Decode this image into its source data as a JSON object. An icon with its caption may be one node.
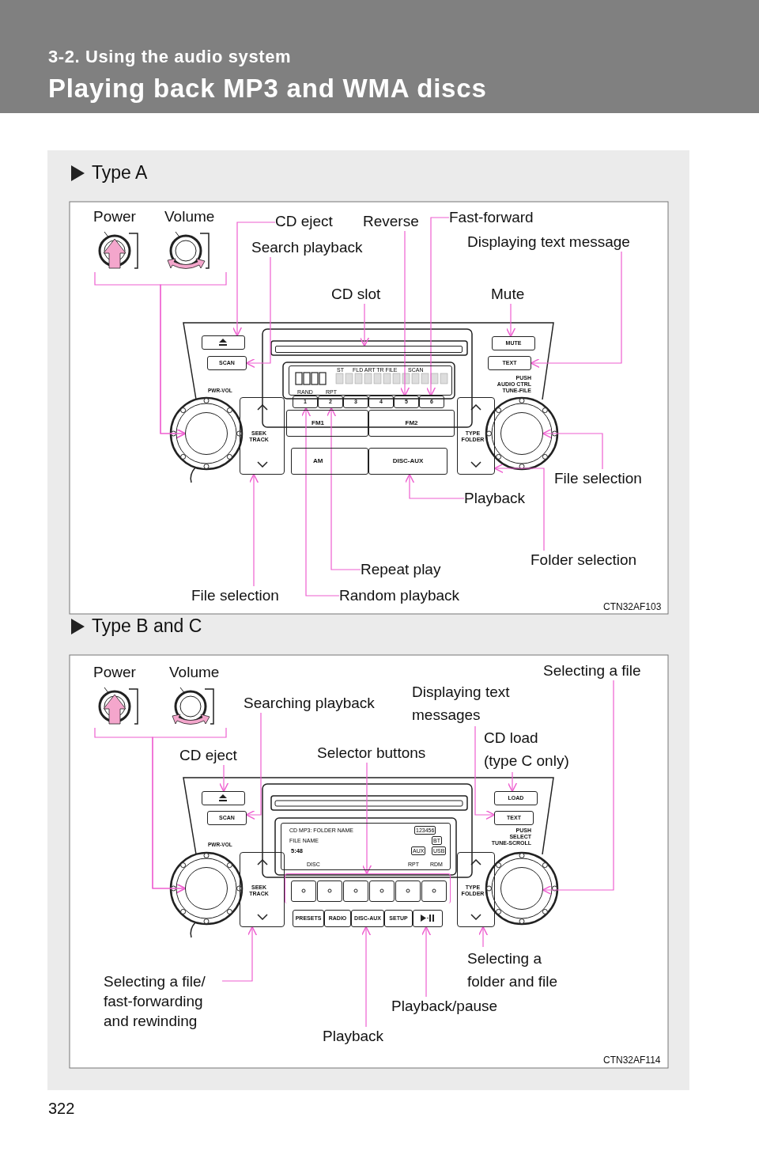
{
  "diagram": {
    "title": "Playing back MP3 and WMA discs",
    "nodes": [
      {
        "text": [
          "Power"
        ]
      },
      {
        "text": [
          "Volume"
        ]
      },
      {
        "text": [
          "CD eject"
        ]
      },
      {
        "text": [
          "Reverse"
        ]
      },
      {
        "text": [
          "Fast-forward"
        ]
      },
      {
        "text": [
          "Search playback"
        ]
      },
      {
        "text": [
          "Displaying text message"
        ]
      },
      {
        "text": [
          "CD slot"
        ]
      },
      {
        "text": [
          "Mute"
        ]
      },
      {
        "text": [],
        "shape": "box"
      },
      {
        "text": [
          "MUTE"
        ]
      },
      {
        "text": [
          "SCAN"
        ]
      },
      {
        "text": [
          "TEXT"
        ]
      },
      {
        "text": [],
        "shape": "bar"
      },
      {
        "text": [
          "1"
        ]
      },
      {
        "text": [
          "2"
        ]
      },
      {
        "text": [
          "3"
        ]
      },
      {
        "text": [
          "4"
        ]
      },
      {
        "text": [
          "5"
        ]
      },
      {
        "text": [
          "6"
        ]
      },
      {
        "text": [
          "FM1"
        ]
      },
      {
        "text": [
          "FM2"
        ]
      },
      {
        "text": [
          "AM"
        ]
      },
      {
        "text": [
          "DISC-AUX"
        ]
      },
      {
        "text": [
          "SEEK TRACK"
        ]
      },
      {
        "text": [
          "TYPE FOLDER"
        ]
      },
      {
        "text": [],
        "shape": "circle"
      },
      {
        "text": [],
        "shape": "circle"
      },
      {
        "text": [
          "File selection"
        ]
      },
      {
        "text": [
          "Playback"
        ]
      },
      {
        "text": [
          "Folder selection"
        ]
      },
      {
        "text": [
          "Repeat play"
        ]
      },
      {
        "text": [
          "File selection"
        ]
      },
      {
        "text": [
          "Random playback"
        ]
      },
      {
        "text": [
          "Power"
        ]
      },
      {
        "text": [
          "Volume"
        ]
      },
      {
        "text": [
          "Selecting a file"
        ]
      },
      {
        "text": [
          "Searching playback"
        ]
      },
      {
        "text": [
          "Displaying text messages"
        ]
      },
      {
        "text": [
          "CD eject"
        ]
      },
      {
        "text": [
          "Selector buttons"
        ]
      },
      {
        "text": [
          "CD load (type C only)"
        ]
      },
      {
        "text": [],
        "shape": "box"
      },
      {
        "text": [
          "SCAN"
        ]
      },
      {
        "text": [
          "LOAD"
        ]
      },
      {
        "text": [
          "TEXT"
        ]
      },
      {
        "text": [],
        "shape": "box"
      },
      {
        "text": [],
        "shape": "box",
        "in": 46
      },
      {
        "text": [],
        "shape": "box",
        "in": 46
      },
      {
        "text": [],
        "shape": "box",
        "in": 46
      },
      {
        "text": [],
        "shape": "box",
        "in": 46
      },
      {
        "text": [],
        "shape": "box",
        "in": 46
      },
      {
        "text": [],
        "shape": "box",
        "in": 46
      },
      {
        "text": [
          "PRESETS"
        ]
      },
      {
        "text": [
          "RADIO"
        ]
      },
      {
        "text": [
          "DISC-AUX"
        ]
      },
      {
        "text": [
          "SETUP"
        ]
      },
      {
        "text": [],
        "shape": "box"
      },
      {
        "text": [
          "SEEK TRACK"
        ]
      },
      {
        "text": [
          "TYPE FOLDER"
        ]
      },
      {
        "text": [],
        "shape": "circle"
      },
      {
        "text": [],
        "shape": "circle"
      },
      {
        "text": [
          "Selecting a file/ fast-forwarding and rewinding"
        ]
      },
      {
        "text": [
          "Selecting a folder and file"
        ]
      },
      {
        "text": [
          "Playback/pause"
        ]
      },
      {
        "text": [
          "Playback"
        ]
      },
      {
        "text": [
          "ST",
          "FLD ART TR FILE",
          "SCAN",
          "RAND",
          "RPT"
        ]
      },
      {
        "text": [
          "CD MP3: FOLDER NAME",
          "123456",
          "FILE NAME",
          "BT",
          "5:48",
          "AUX",
          "USB",
          "DISC",
          "RPT",
          "RDM"
        ]
      }
    ],
    "edges": [
      {
        "from": 0,
        "to": 26,
        "arrow": "to"
      },
      {
        "from": 1,
        "to": 26,
        "arrow": "to"
      },
      {
        "from": 2,
        "to": 9,
        "arrow": "to"
      },
      {
        "from": 5,
        "to": 11,
        "arrow": "to"
      },
      {
        "from": 3,
        "to": 18,
        "arrow": "to"
      },
      {
        "from": 4,
        "to": 19,
        "arrow": "to"
      },
      {
        "from": 7,
        "to": 13,
        "arrow": "to"
      },
      {
        "from": 8,
        "to": 10,
        "arrow": "to"
      },
      {
        "from": 6,
        "to": 12,
        "arrow": "to"
      },
      {
        "from": 28,
        "to": 27,
        "arrow": "to"
      },
      {
        "from": 30,
        "to": 25,
        "arrow": "to"
      },
      {
        "from": 29,
        "to": 23,
        "arrow": "to"
      },
      {
        "from": 31,
        "to": 15,
        "arrow": "to"
      },
      {
        "from": 33,
        "to": 14,
        "arrow": "to"
      },
      {
        "from": 32,
        "to": 24,
        "arrow": "to"
      },
      {
        "from": 34,
        "to": 60,
        "arrow": "to"
      },
      {
        "from": 35,
        "to": 60,
        "arrow": "to"
      },
      {
        "from": 39,
        "to": 42,
        "arrow": "to"
      },
      {
        "from": 37,
        "to": 43,
        "arrow": "to"
      },
      {
        "from": 38,
        "to": 45,
        "arrow": "to"
      },
      {
        "from": 41,
        "to": 44,
        "arrow": "to"
      },
      {
        "from": 40,
        "to": 46,
        "arrow": "to"
      },
      {
        "from": 36,
        "to": 61,
        "arrow": "to"
      },
      {
        "from": 62,
        "to": 58,
        "arrow": "to"
      },
      {
        "from": 65,
        "to": 55,
        "arrow": "to"
      },
      {
        "from": 64,
        "to": 57,
        "arrow": "to"
      },
      {
        "from": 63,
        "to": 59,
        "arrow": "to"
      }
    ],
    "labels": [
      "3-2. Using the audio system",
      "Type A",
      "PWR-VOL",
      "PUSH AUDIO CTRL TUNE-FILE",
      "CTN32AF103",
      "Type B and C",
      "PWR-VOL",
      "PUSH SELECT TUNE-SCROLL",
      "CTN32AF114",
      "322"
    ]
  }
}
